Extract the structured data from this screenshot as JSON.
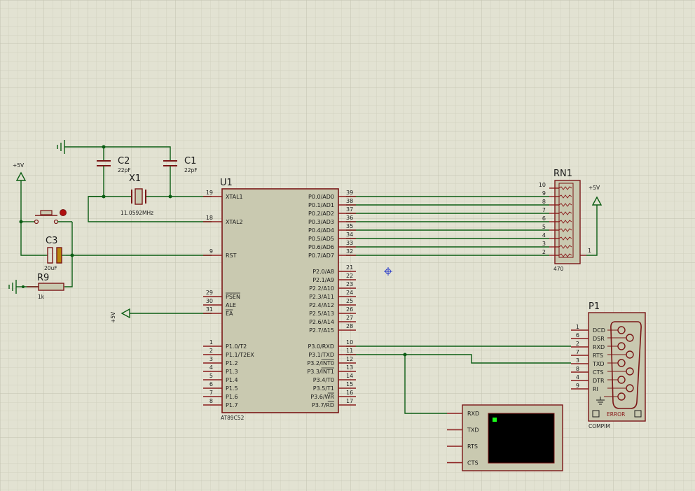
{
  "colors": {
    "background": "#e2e2d2",
    "grid_minor": "#d2d2c0",
    "grid_major": "#c3c3b0",
    "wire": "#0b5d13",
    "component_body": "#c9c9b0",
    "component_outline": "#7a1616",
    "pin": "#8a1a1a",
    "text": "#1a1a1a",
    "terminal_screen": "#000000",
    "terminal_cursor": "#1aff1a"
  },
  "components": {
    "u1": {
      "ref": "U1",
      "value": "AT89C52",
      "left_pins": [
        {
          "num": "19",
          "label": "XTAL1"
        },
        {
          "num": "18",
          "label": "XTAL2"
        },
        {
          "num": "9",
          "label": "RST"
        },
        {
          "num": "29",
          "label": "PSEN"
        },
        {
          "num": "30",
          "label": "ALE"
        },
        {
          "num": "31",
          "label": "EA"
        },
        {
          "num": "1",
          "label": "P1.0/T2"
        },
        {
          "num": "2",
          "label": "P1.1/T2EX"
        },
        {
          "num": "3",
          "label": "P1.2"
        },
        {
          "num": "4",
          "label": "P1.3"
        },
        {
          "num": "5",
          "label": "P1.4"
        },
        {
          "num": "6",
          "label": "P1.5"
        },
        {
          "num": "7",
          "label": "P1.6"
        },
        {
          "num": "8",
          "label": "P1.7"
        }
      ],
      "right_pins": [
        {
          "num": "39",
          "label": "P0.0/AD0"
        },
        {
          "num": "38",
          "label": "P0.1/AD1"
        },
        {
          "num": "37",
          "label": "P0.2/AD2"
        },
        {
          "num": "36",
          "label": "P0.3/AD3"
        },
        {
          "num": "35",
          "label": "P0.4/AD4"
        },
        {
          "num": "34",
          "label": "P0.5/AD5"
        },
        {
          "num": "33",
          "label": "P0.6/AD6"
        },
        {
          "num": "32",
          "label": "P0.7/AD7"
        },
        {
          "num": "21",
          "label": "P2.0/A8"
        },
        {
          "num": "22",
          "label": "P2.1/A9"
        },
        {
          "num": "23",
          "label": "P2.2/A10"
        },
        {
          "num": "24",
          "label": "P2.3/A11"
        },
        {
          "num": "25",
          "label": "P2.4/A12"
        },
        {
          "num": "26",
          "label": "P2.5/A13"
        },
        {
          "num": "27",
          "label": "P2.6/A14"
        },
        {
          "num": "28",
          "label": "P2.7/A15"
        },
        {
          "num": "10",
          "label": "P3.0/RXD"
        },
        {
          "num": "11",
          "label": "P3.1/TXD"
        },
        {
          "num": "12",
          "label": "P3.2/INT0"
        },
        {
          "num": "13",
          "label": "P3.3/INT1"
        },
        {
          "num": "14",
          "label": "P3.4/T0"
        },
        {
          "num": "15",
          "label": "P3.5/T1"
        },
        {
          "num": "16",
          "label": "P3.6/WR"
        },
        {
          "num": "17",
          "label": "P3.7/RD"
        }
      ]
    },
    "rn1": {
      "ref": "RN1",
      "value": "470",
      "pins": [
        "10",
        "9",
        "8",
        "7",
        "6",
        "5",
        "4",
        "3",
        "2"
      ],
      "common_pin": "1"
    },
    "p1": {
      "ref": "P1",
      "value": "COMPIM",
      "error_label": "ERROR",
      "pins": [
        {
          "num": "1",
          "label": "DCD"
        },
        {
          "num": "6",
          "label": "DSR"
        },
        {
          "num": "2",
          "label": "RXD"
        },
        {
          "num": "7",
          "label": "RTS"
        },
        {
          "num": "3",
          "label": "TXD"
        },
        {
          "num": "8",
          "label": "CTS"
        },
        {
          "num": "4",
          "label": "DTR"
        },
        {
          "num": "9",
          "label": "RI"
        }
      ]
    },
    "terminal": {
      "pins": [
        "RXD",
        "TXD",
        "RTS",
        "CTS"
      ]
    },
    "c1": {
      "ref": "C1",
      "value": "22pF"
    },
    "c2": {
      "ref": "C2",
      "value": "22pF"
    },
    "c3": {
      "ref": "C3",
      "value": "20uF"
    },
    "x1": {
      "ref": "X1",
      "value": "11.0592MHz"
    },
    "r9": {
      "ref": "R9",
      "value": "1k"
    },
    "power_labels": [
      "+5V",
      "+5V",
      "+5V"
    ]
  }
}
